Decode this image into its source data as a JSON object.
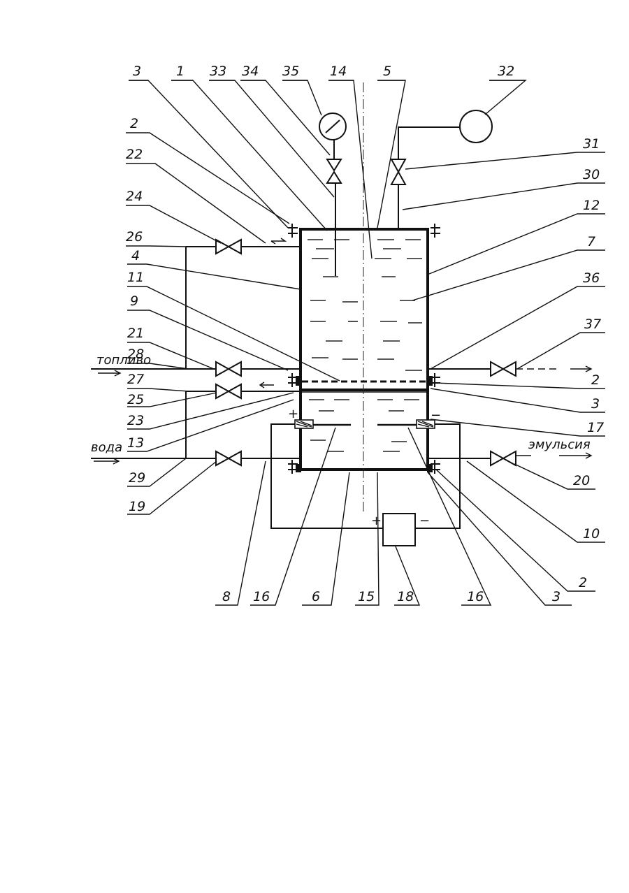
{
  "labels": {
    "top": [
      "3",
      "1",
      "33",
      "34",
      "35",
      "14",
      "5",
      "32"
    ],
    "left": [
      "2",
      "22",
      "24",
      "26",
      "4",
      "11",
      "9",
      "21",
      "28",
      "27",
      "25",
      "23",
      "13",
      "29",
      "19"
    ],
    "right": [
      "31",
      "30",
      "12",
      "7",
      "36",
      "37",
      "2",
      "3",
      "17",
      "20",
      "10",
      "2",
      "3"
    ],
    "bottom": [
      "8",
      "16",
      "6",
      "15",
      "18",
      "16"
    ]
  },
  "flows": {
    "fuel_in": "топливо",
    "water_in": "вода",
    "emulsion_out": "эмульсия"
  },
  "power_supply": {
    "plus": "+",
    "minus": "−"
  },
  "electrode_signs": {
    "upper_left": "+",
    "upper_right": "−"
  },
  "colors": {
    "ink": "#111111",
    "paper": "#ffffff"
  }
}
